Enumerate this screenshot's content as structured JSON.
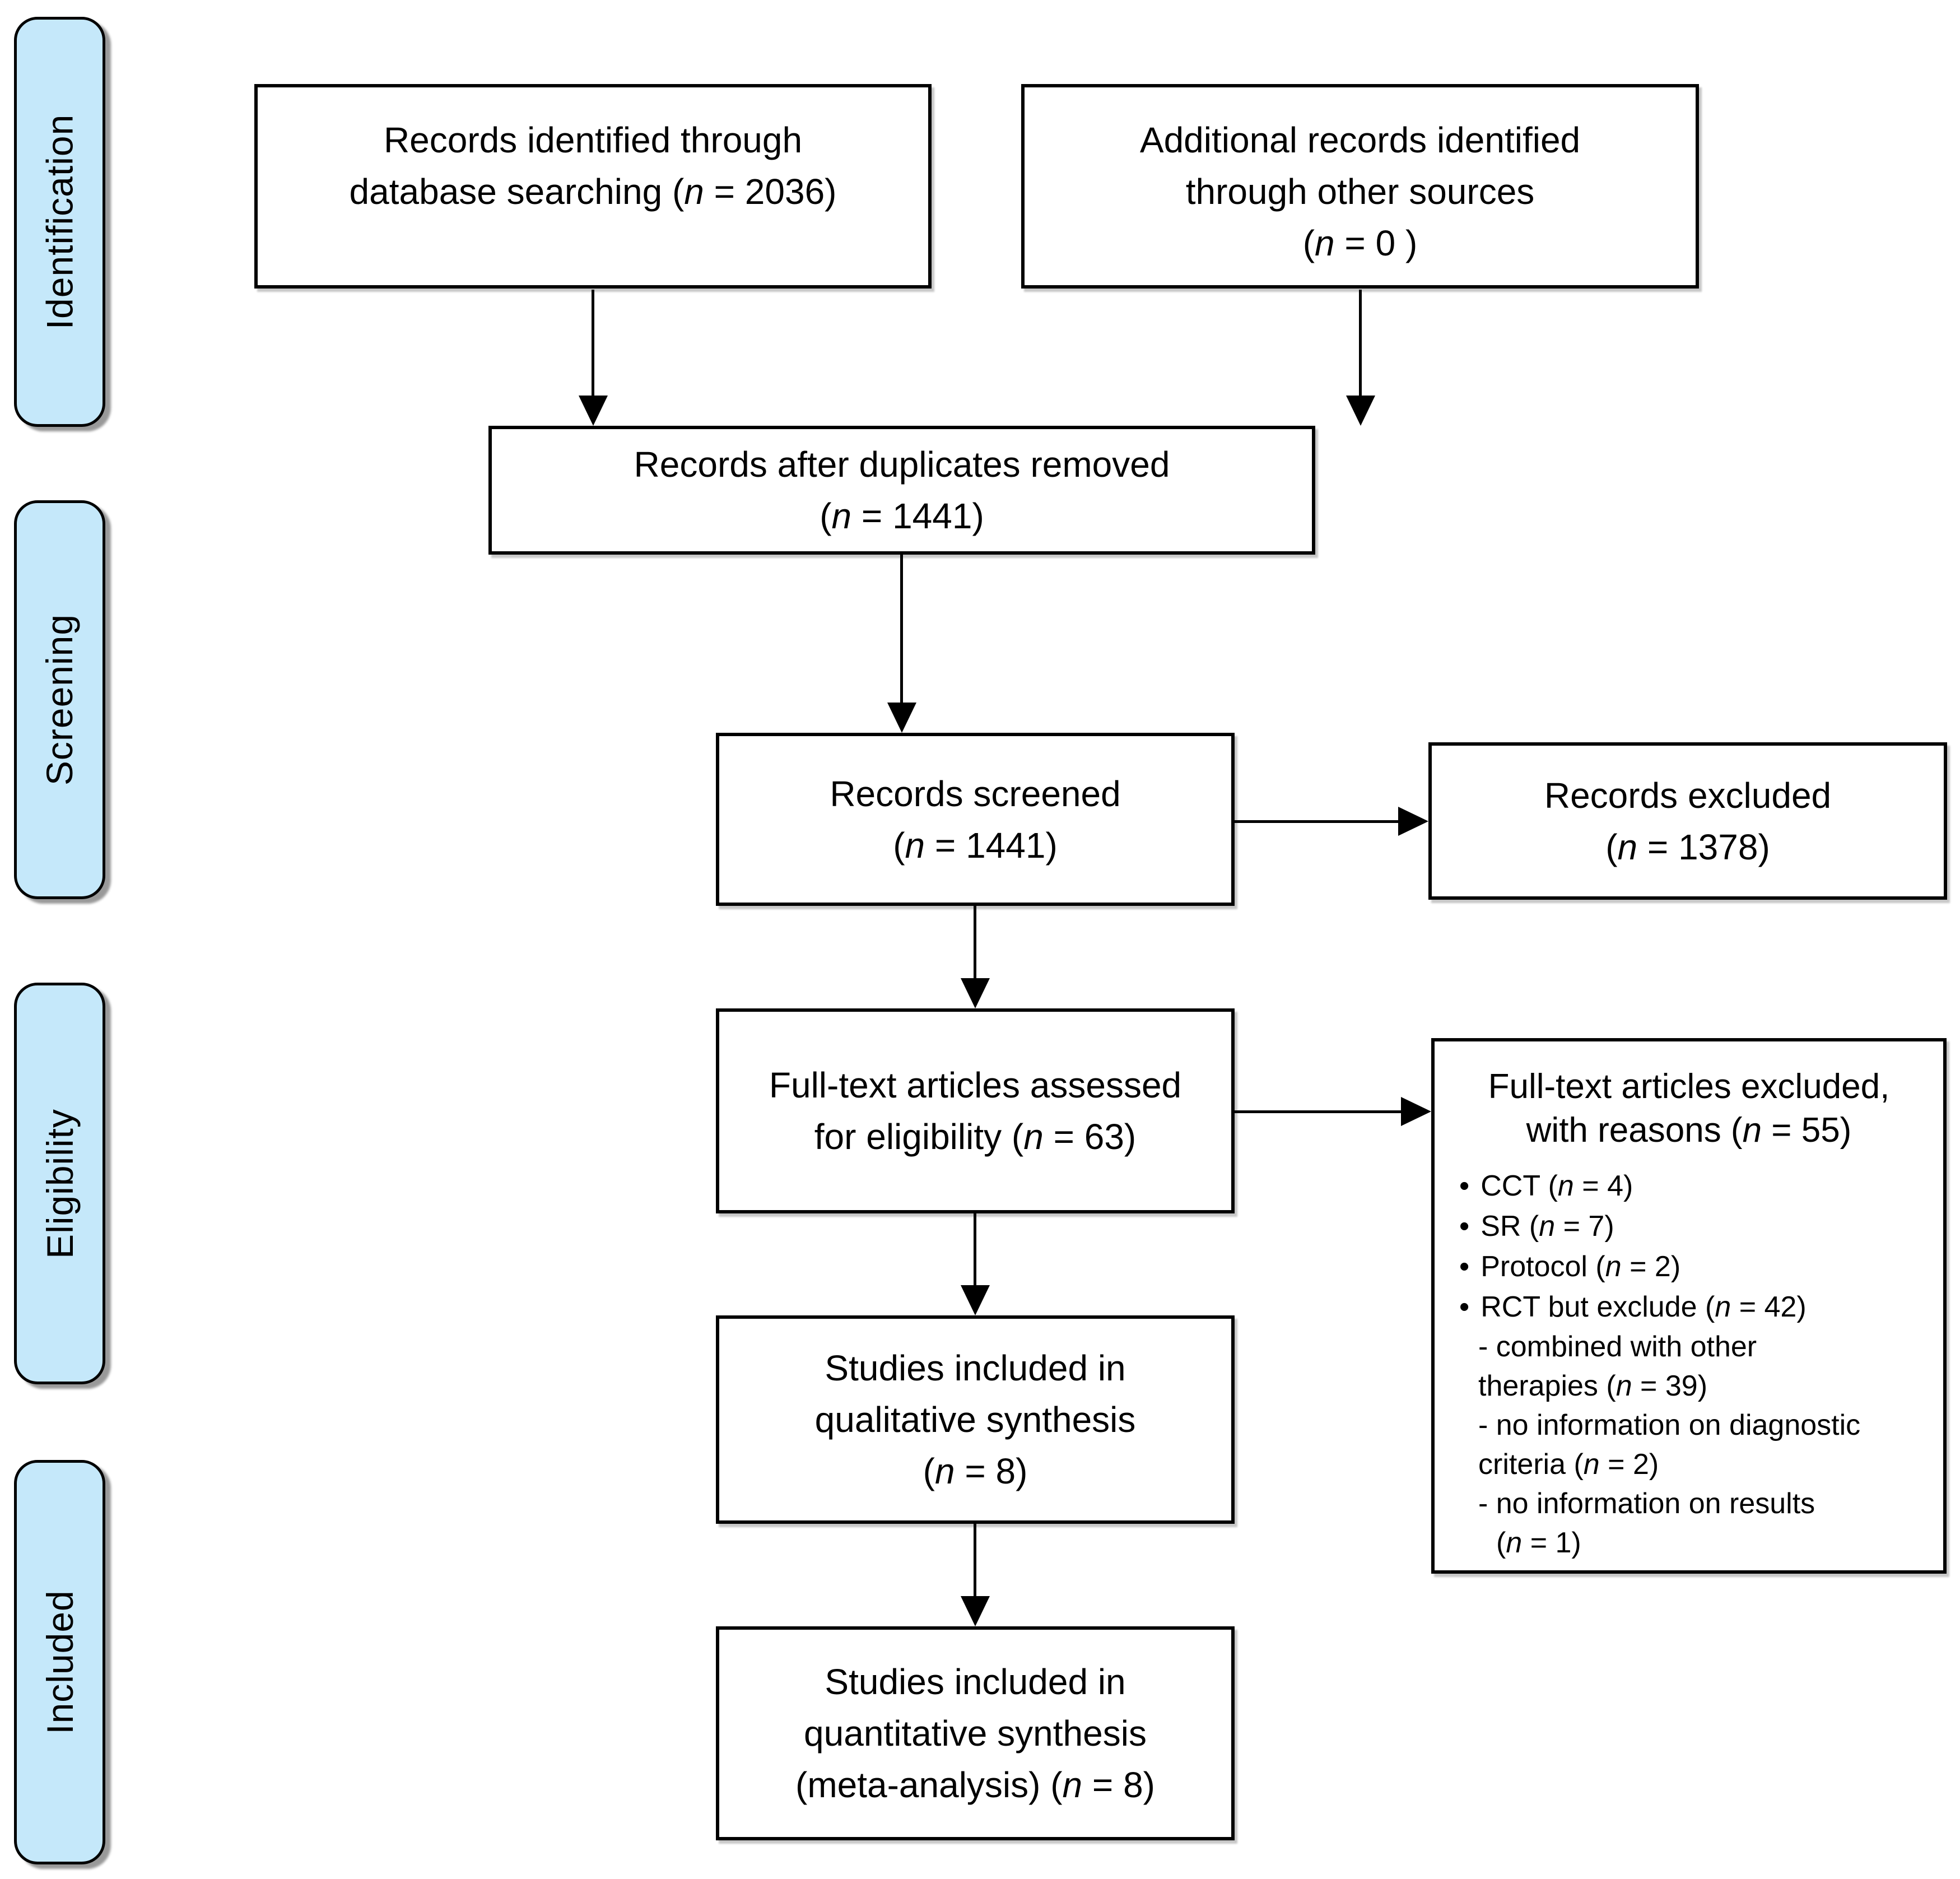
{
  "ui": {
    "bullet": "•",
    "stage_fill_color": "#C5E8FA",
    "border_color": "#000000"
  },
  "stages": [
    {
      "label": "Identification"
    },
    {
      "label": "Screening"
    },
    {
      "label": "Eligibility"
    },
    {
      "label": "Included"
    }
  ],
  "boxes": {
    "db_search": {
      "line1": "Records identified through",
      "line2": "database searching (n = 2036)"
    },
    "other_sources": {
      "line1": "Additional records identified",
      "line2": "through other sources",
      "line3": "(n = 0 )"
    },
    "after_duplicates": {
      "line1": "Records after duplicates removed",
      "line2": "(n = 1441)"
    },
    "screened": {
      "line1": "Records screened",
      "line2": "(n = 1441)"
    },
    "records_excluded": {
      "line1": "Records excluded",
      "line2": "(n = 1378)"
    },
    "fulltext_assessed": {
      "line1": "Full-text articles assessed",
      "line2": "for eligibility (n = 63)"
    },
    "fulltext_excluded": {
      "title1": "Full-text articles excluded,",
      "title2": "with reasons (n = 55)",
      "bullets": [
        "CCT (n = 4)",
        "SR (n = 7)",
        "Protocol (n = 2)",
        "RCT but exclude (n = 42)"
      ],
      "sub_lines": [
        "- combined with other",
        "therapies (n = 39)",
        "- no information on diagnostic",
        "criteria (n = 2)",
        "- no information on results",
        "(n = 1)"
      ]
    },
    "qualitative": {
      "line1": "Studies included in",
      "line2": "qualitative synthesis",
      "line3": "(n = 8)"
    },
    "quantitative": {
      "line1": "Studies included in",
      "line2": "quantitative synthesis",
      "line3": "(meta-analysis) (n = 8)"
    }
  }
}
